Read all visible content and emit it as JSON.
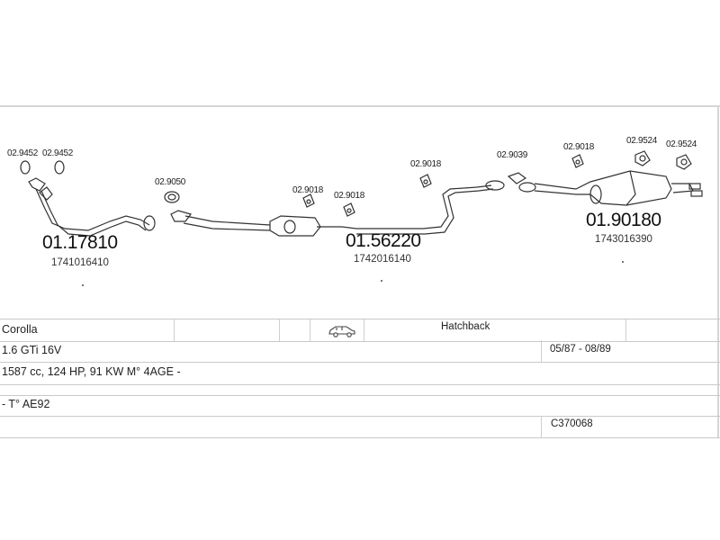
{
  "codes": {
    "c_9452_a": "02.9452",
    "c_9452_b": "02.9452",
    "c_9050": "02.9050",
    "c_9018_a": "02.9018",
    "c_9018_b": "02.9018",
    "c_9018_c": "02.9018",
    "c_9039": "02.9039",
    "c_9018_d": "02.9018",
    "c_9524_a": "02.9524",
    "c_9524_b": "02.9524"
  },
  "parts": [
    {
      "number": "01.17810",
      "oem": "1741016410"
    },
    {
      "number": "01.56220",
      "oem": "1742016140"
    },
    {
      "number": "01.90180",
      "oem": "1743016390"
    }
  ],
  "vehicle": {
    "model": "Corolla",
    "body": "Hatchback",
    "body_icon": "car-icon",
    "engine": "1.6 GTi 16V",
    "date_range": "05/87 - 08/89",
    "specs": "1587 cc, 124 HP, 91 KW M° 4AGE -",
    "chassis": "- T° AE92",
    "ref": "C370068"
  },
  "colors": {
    "line": "#333333",
    "grid": "#c9c9c9"
  }
}
